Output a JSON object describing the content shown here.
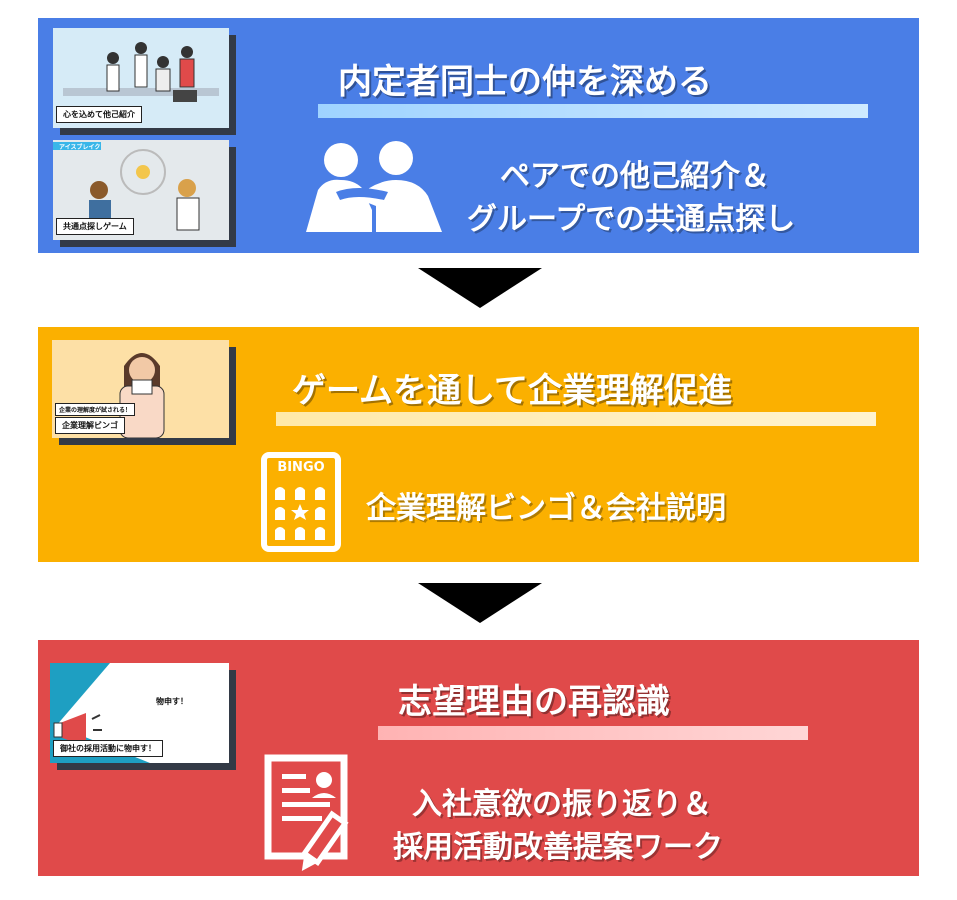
{
  "section1": {
    "title": "内定者同士の仲を深める",
    "thumb1_label": "心を込めて他己紹介",
    "thumb2_tag": "アイスブレイク",
    "thumb2_label": "共通点探しゲーム",
    "desc_line1": "ペアでの他己紹介＆",
    "desc_line2": "グループでの共通点探し",
    "icon": "people-hugging-icon",
    "color": "#4a7ee6"
  },
  "section2": {
    "title": "ゲームを通して企業理解促進",
    "thumb_tag": "企業の理解度が試される！",
    "thumb_label": "企業理解ビンゴ",
    "icon_text": "BINGO",
    "desc": "企業理解ビンゴ＆会社説明",
    "icon": "bingo-card-icon",
    "color": "#fbb000"
  },
  "section3": {
    "title": "志望理由の再認識",
    "thumb_bubble": "物申す！",
    "thumb_label": "御社の採用活動に物申す！",
    "desc_line1": "入社意欲の振り返り＆",
    "desc_line2": "採用活動改善提案ワーク",
    "icon": "document-pen-icon",
    "color": "#e04a4a"
  }
}
